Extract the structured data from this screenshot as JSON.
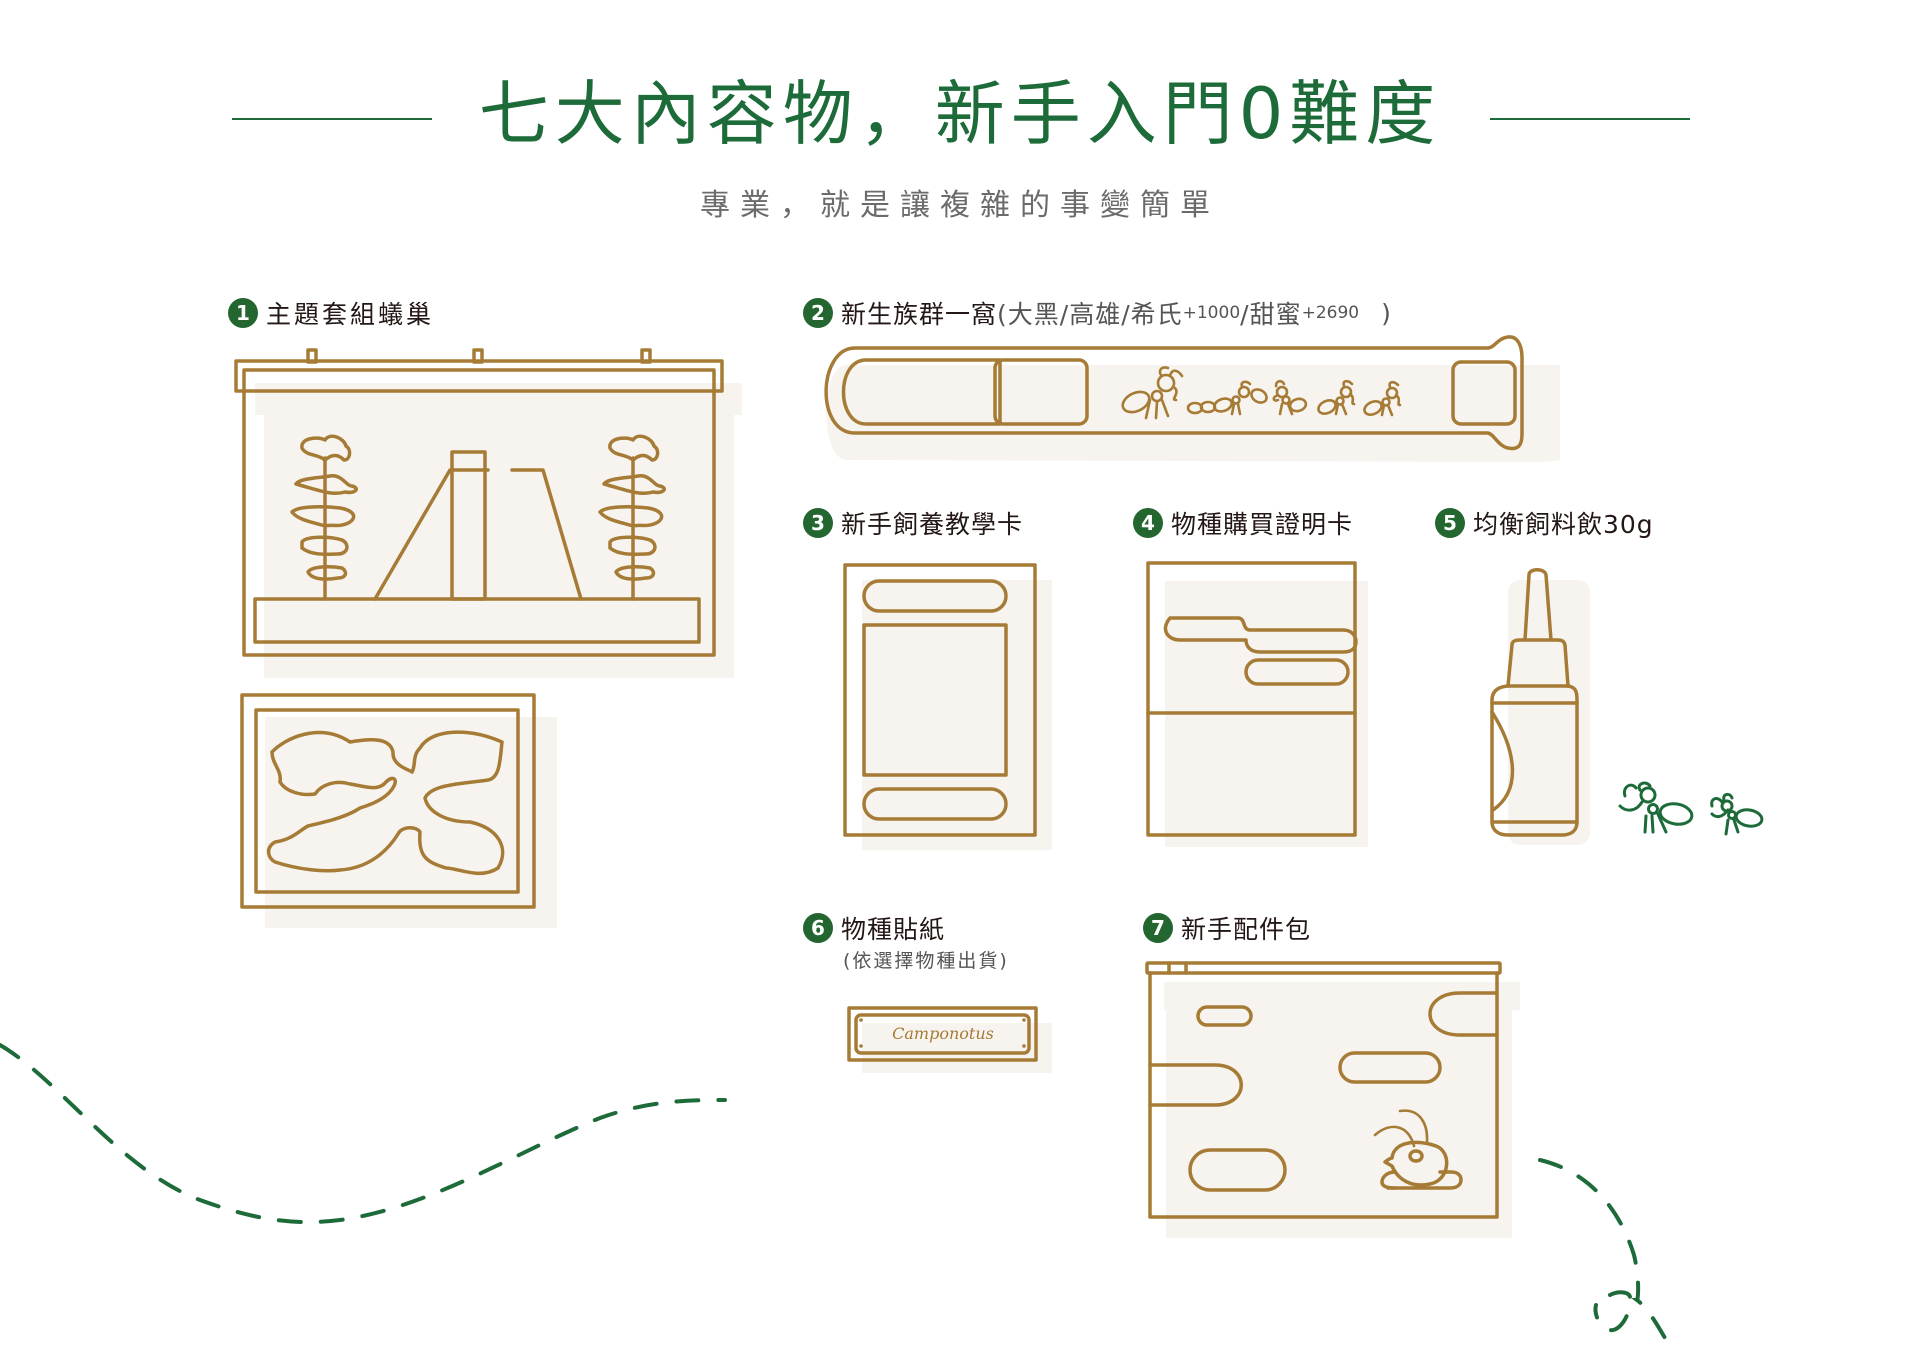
{
  "header": {
    "title": "七大內容物，新手入門0難度",
    "subtitle": "專業，就是讓複雜的事變簡單"
  },
  "items": [
    {
      "number": "1",
      "label": "主題套組蟻巢"
    },
    {
      "number": "2",
      "label": "新生族群一窩",
      "options_open": "(大黑/高雄/希氏",
      "option_price_1": "+1000",
      "options_sep": " /甜蜜",
      "option_price_2": "+2690",
      "options_close": ")"
    },
    {
      "number": "3",
      "label": "新手飼養教學卡"
    },
    {
      "number": "4",
      "label": "物種購買證明卡"
    },
    {
      "number": "5",
      "label": "均衡飼料飲30g"
    },
    {
      "number": "6",
      "label": "物種貼紙",
      "note": "(依選擇物種出貨)"
    },
    {
      "number": "7",
      "label": "新手配件包"
    }
  ],
  "sticker": {
    "text": "Camponotus"
  },
  "colors": {
    "brand_green": "#1e6b3a",
    "line_gold": "#a57b35",
    "panel_bg": "#f7f3ef",
    "subtitle_gray": "#6b6b6b"
  }
}
